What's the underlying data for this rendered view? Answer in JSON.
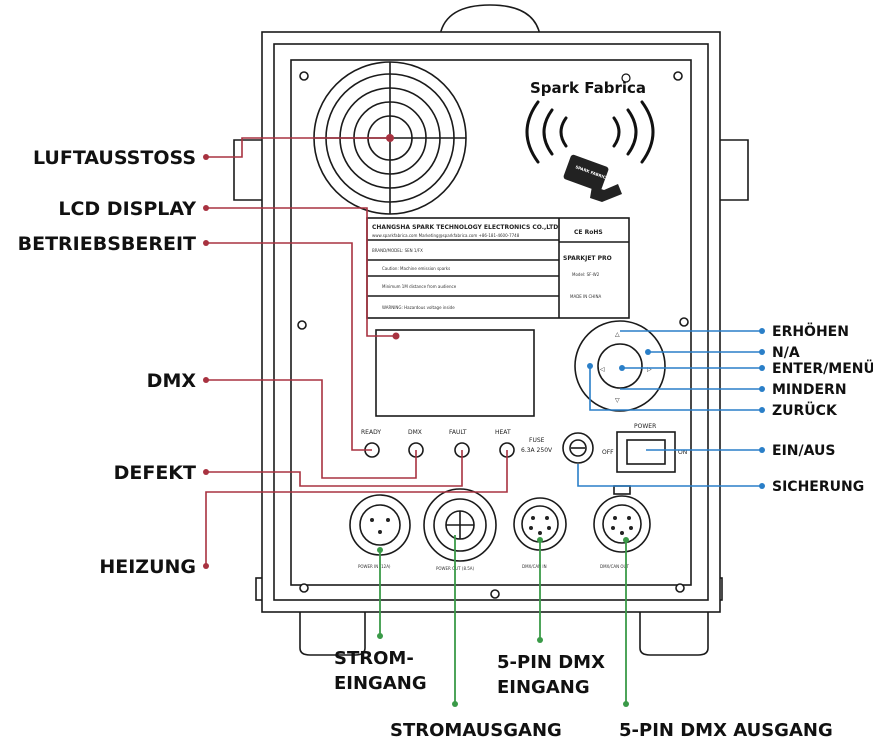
{
  "brand": {
    "logo_text": "Spark Fabrica",
    "card_text": "SPARK FABRICA"
  },
  "colors": {
    "red_leader": "#a83240",
    "blue_leader": "#2a7fc8",
    "green_leader": "#3a9a48"
  },
  "nameplate": {
    "company": "CHANGSHA SPARK TECHNOLOGY ELECTRONICS CO.,LTD",
    "contact_line": "www.sparkfabrica.com   Marketing@sparkfabrica.com   +86-181-4600-7748",
    "model_line": "BRAND/MODEL: SEN 1/FX",
    "caution": "Caution: Machine emission sparks",
    "distance": "Minimum 1M distance from audience",
    "warning": "WARNING: Hazardous voltage inside",
    "ce_mark": "CE RoHS",
    "product": "SPARKJET PRO",
    "model_no": "Model: SF-W2",
    "made_in": "MADE IN CHINA"
  },
  "panel": {
    "indicator_labels": [
      "READY",
      "DMX",
      "FAULT",
      "HEAT"
    ],
    "fuse_label_line1": "FUSE",
    "fuse_label_line2": "6.3A 250V",
    "power_label": "POWER",
    "off_label": "OFF",
    "on_label": "ON",
    "connectors": [
      "POWER IN (12A)",
      "POWER OUT (8.5A)",
      "DMX/CAN IN",
      "DMX/CAN OUT"
    ]
  },
  "left_labels": {
    "air_outlet": "LUFTAUSSTOSS",
    "lcd": "LCD DISPLAY",
    "ready": "BETRIEBSBEREIT",
    "dmx": "DMX",
    "fault": "DEFEKT",
    "heat": "HEIZUNG"
  },
  "right_labels": {
    "up": "ERHÖHEN",
    "na": "N/A",
    "enter": "ENTER/MENÜ",
    "down": "MINDERN",
    "back": "ZURÜCK",
    "power": "EIN/AUS",
    "fuse": "SICHERUNG"
  },
  "bottom_labels": {
    "power_in_line1": "STROM-",
    "power_in_line2": "EINGANG",
    "power_out": "STROMAUSGANG",
    "dmx_in_line1": "5-PIN DMX",
    "dmx_in_line2": "EINGANG",
    "dmx_out": "5-PIN DMX AUSGANG"
  }
}
